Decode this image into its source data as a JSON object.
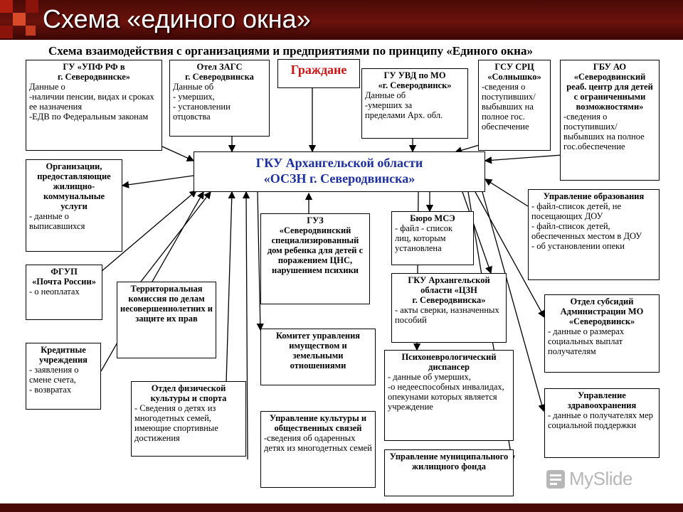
{
  "slide": {
    "title": "Схема «единого окна»"
  },
  "diagram": {
    "subtitle": "Схема взаимодействия с организациями и предприятиями по принципу «Единого окна»",
    "center": {
      "title": "ГКУ Архангельской области\n«ОСЗН  г. Северодвинска»"
    },
    "citizens": {
      "title": "Граждане"
    },
    "boxes": {
      "upf": {
        "title": "ГУ «УПФ РФ в\nг. Северодвинске»",
        "body": "Данные о\n-наличии пенсии, видах и сроках ее назначения\n-ЕДВ по Федеральным законам"
      },
      "zags": {
        "title": "Отел ЗАГС\nг. Северодвинска",
        "body": "Данные об\n- умерших,\n- установлении отцовства"
      },
      "uvd": {
        "title": "ГУ УВД по МО\n«г. Северодвинск»",
        "body": "Данные об\n-умерших за\nпределами Арх. обл."
      },
      "gsu": {
        "title": "ГСУ СРЦ\n«Солнышко»",
        "body": "-сведения о поступивших/\nвыбывших на полное гос. обеспечение"
      },
      "gbu": {
        "title": "ГБУ АО\n«Северодвинский реаб. центр для детей с ограниченными возможностями»",
        "body": "-сведения  о поступивших/выбывших на полное гос.обеспечение"
      },
      "housing_orgs": {
        "title": "Организации, предоставляющие жилищно-коммунальные услуги",
        "body": "- данные о выписавшихся"
      },
      "education": {
        "title": "Управление образования",
        "body": "- файл-список детей, не посещающих ДОУ\n- файл-список детей, обеспеченных местом в ДОУ\n- об установлении опеки"
      },
      "post": {
        "title": "ФГУП\n«Почта России»",
        "body": "- о неоплатах"
      },
      "juvenile": {
        "title": "Территориальная комиссия по делам несовершеннолетних и защите их прав",
        "body": ""
      },
      "guz": {
        "title": "ГУЗ\n«Северодвинский специализированный дом ребенка для детей с поражением ЦНС, нарушением психики",
        "body": ""
      },
      "mse": {
        "title": "Бюро МСЭ",
        "body": "- файл - список лиц, которым установлена"
      },
      "czn": {
        "title": "ГКУ Архангельской области «ЦЗН\nг. Северодвинска»",
        "body": "- акты сверки, назначенных пособий"
      },
      "subsidies": {
        "title": "Отдел субсидий Администрации МО «Северодвинск»",
        "body": "- данные о размерах социальных выплат получателям"
      },
      "credit": {
        "title": "Кредитные учреждения",
        "body": "- заявления о смене счета,\n- возвратах"
      },
      "property": {
        "title": "Комитет управления имуществом и земельными отношениями",
        "body": ""
      },
      "psycho": {
        "title": "Психоневрологический диспансер",
        "body": "- данные об умерших,\n-о недееспособных инвалидах, опекунами которых является учреждение"
      },
      "sport": {
        "title": "Отдел физической культуры и спорта",
        "body": "- Сведения о детях из многодетных семей, имеющие спортивные достижения"
      },
      "health": {
        "title": "Управление здравоохранения",
        "body": "- данные о получателях мер социальной поддержки"
      },
      "culture": {
        "title": "Управление культуры и общественных связей",
        "body": "-сведения об одаренных детях из многодетных семей"
      },
      "municipal_housing": {
        "title": "Управление муниципального жилищного фонда",
        "body": ""
      }
    }
  },
  "watermark": {
    "text": "MySlide"
  },
  "colors": {
    "header": "#5a0e08",
    "accent_red": "#cc1111",
    "center_text": "#1b2f9e"
  }
}
